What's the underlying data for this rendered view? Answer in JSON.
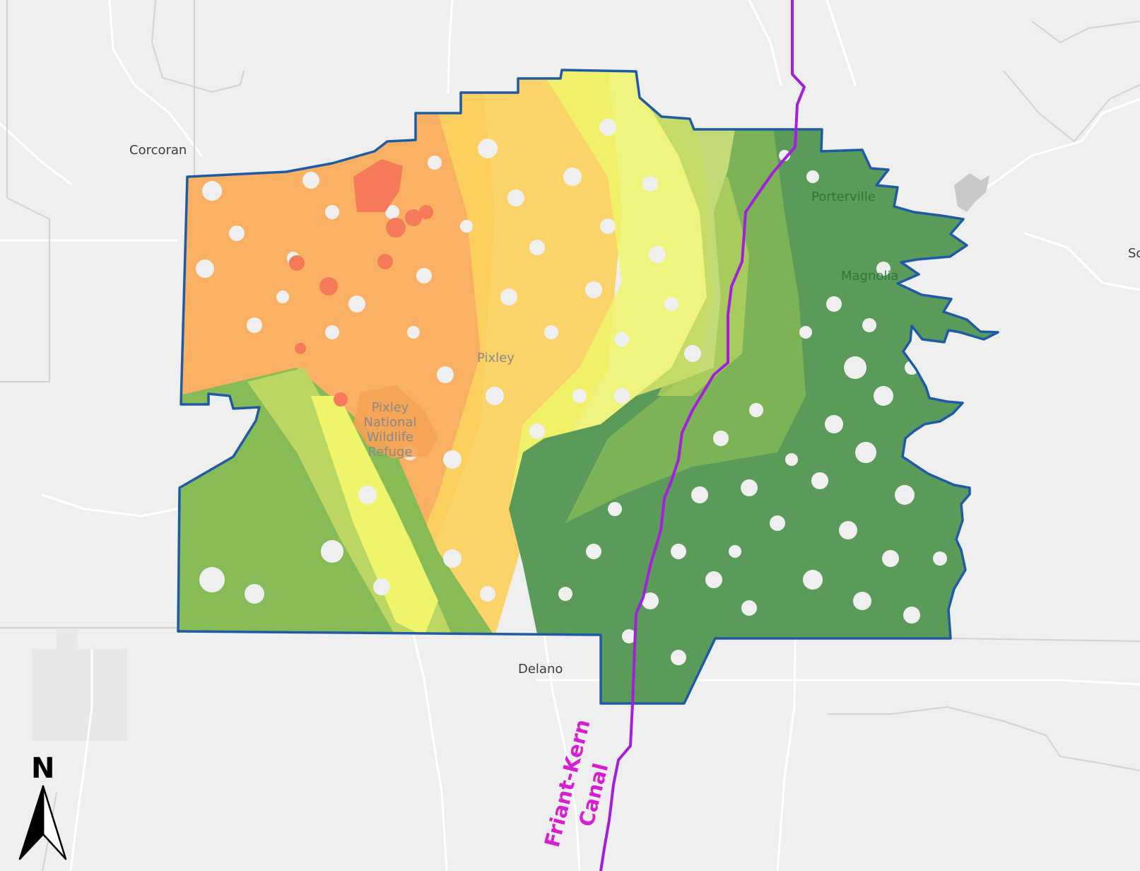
{
  "map": {
    "places": {
      "corcoran": "Corcoran",
      "porterville": "Porterville",
      "magnolia": "Magnolia",
      "pixley": "Pixley",
      "refuge_line1": "Pixley",
      "refuge_line2": "National",
      "refuge_line3": "Wildlife",
      "refuge_line4": "Refuge",
      "delano": "Delano",
      "edge_label": "Sc"
    },
    "canal": {
      "line1": "Friant-Kern",
      "line2": "Canal",
      "color": "#a31fdc"
    },
    "north_arrow": {
      "letter": "N",
      "icon": "north-arrow-icon"
    },
    "colors": {
      "boundary": "#1f5aa6",
      "dark_green": "#5b9b59",
      "mid_green": "#86bb55",
      "light_green": "#bcd663",
      "yellow": "#eff56a",
      "light_orange": "#fbd15d",
      "orange": "#f9a952",
      "red": "#f57a59",
      "background": "#efefef",
      "top_bar": "#1f5d6e"
    }
  }
}
